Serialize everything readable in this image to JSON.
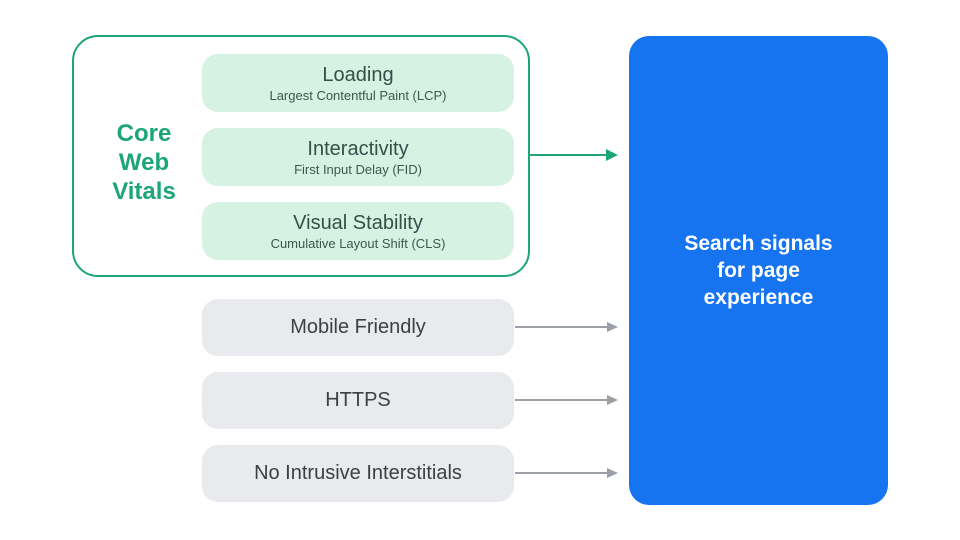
{
  "title": "Search signals for page experience diagram",
  "colors": {
    "green": "#1ca578",
    "mint": "#d6f2e2",
    "pill_gray": "#e8eaed",
    "arrow_gray": "#9aa0a6",
    "blue": "#1774f0",
    "text_dark": "#3c4043",
    "pill_text": "#33504a",
    "pill_sub_text": "#3e564e",
    "white": "#ffffff"
  },
  "core_web_vitals": {
    "label": "Core\nWeb\nVitals",
    "items": [
      {
        "title": "Loading",
        "subtitle": "Largest Contentful Paint (LCP)"
      },
      {
        "title": "Interactivity",
        "subtitle": "First Input Delay (FID)"
      },
      {
        "title": "Visual Stability",
        "subtitle": "Cumulative Layout Shift (CLS)"
      }
    ]
  },
  "other_signals": [
    {
      "label": "Mobile Friendly"
    },
    {
      "label": "HTTPS"
    },
    {
      "label": "No Intrusive Interstitials"
    }
  ],
  "result": {
    "label": "Search signals\nfor page\nexperience"
  }
}
